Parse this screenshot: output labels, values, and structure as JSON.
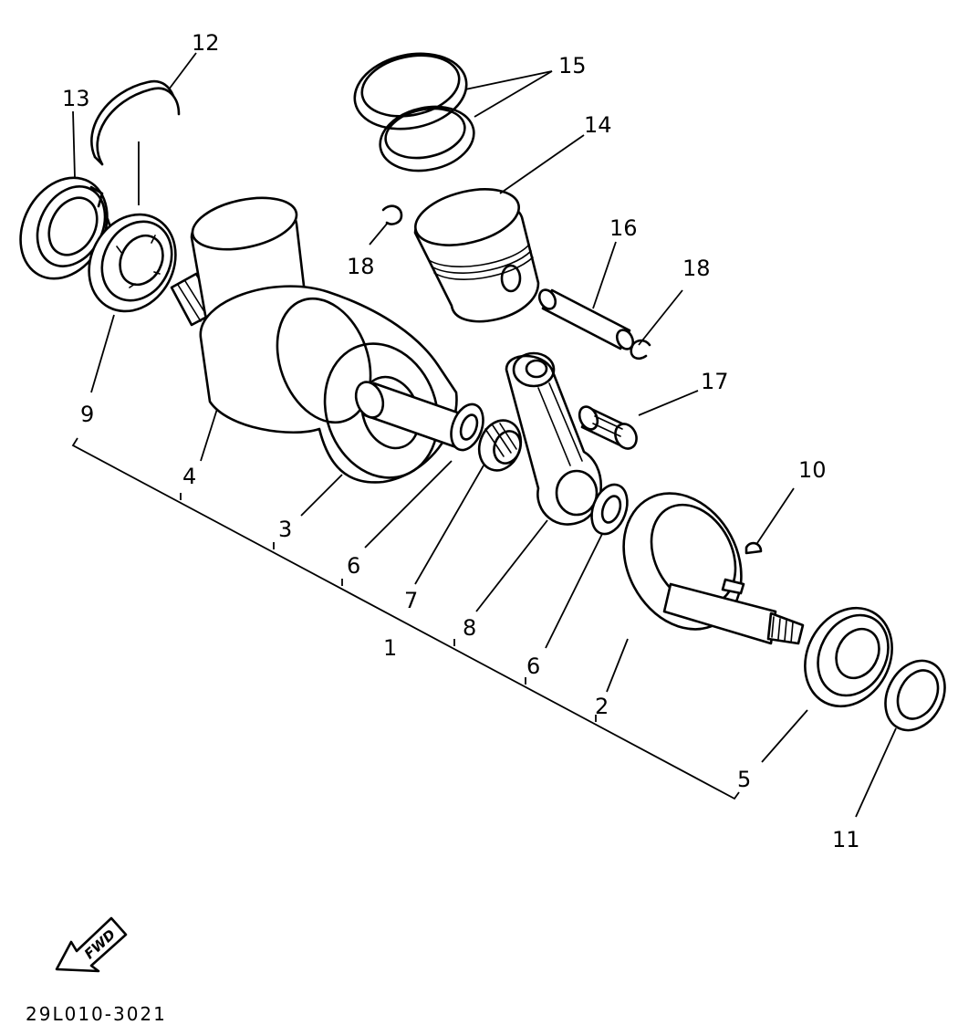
{
  "part_labels": {
    "p1": "1",
    "p2": "2",
    "p3": "3",
    "p4": "4",
    "p5": "5",
    "p6a": "6",
    "p6b": "6",
    "p7": "7",
    "p8": "8",
    "p9": "9",
    "p10": "10",
    "p11": "11",
    "p12": "12",
    "p13": "13",
    "p14": "14",
    "p15": "15",
    "p16": "16",
    "p17": "17",
    "p18a": "18",
    "p18b": "18"
  },
  "fwd_label": "FWD",
  "diagram_code": "29L010-3021"
}
